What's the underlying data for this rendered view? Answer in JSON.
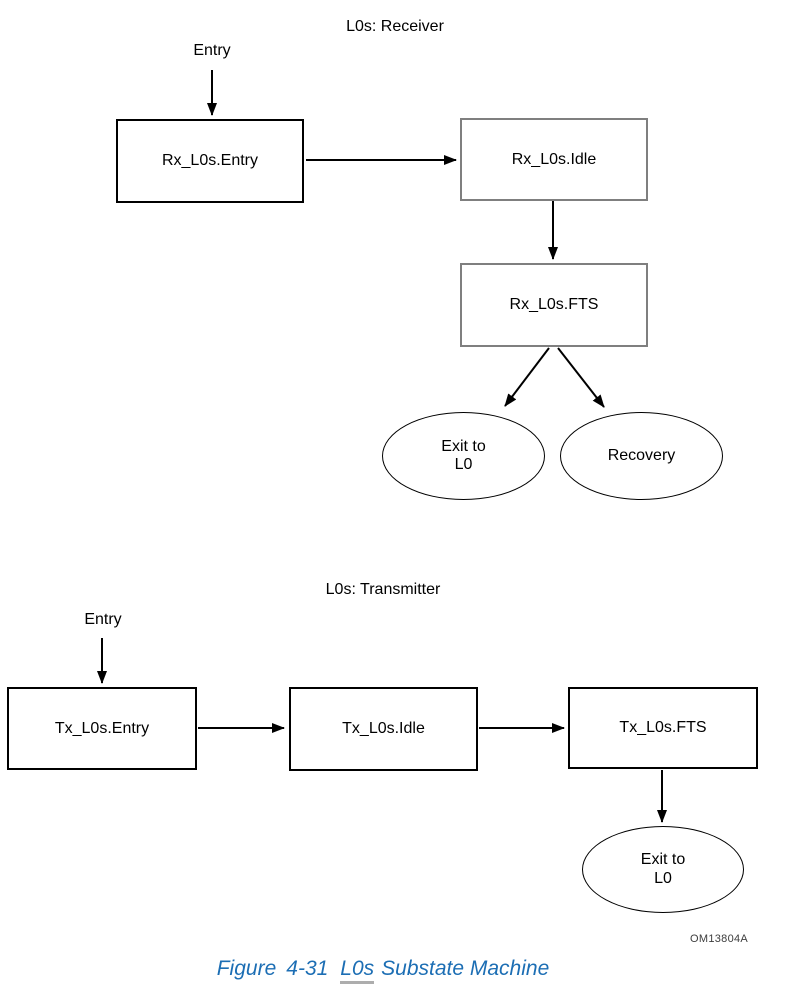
{
  "page": {
    "receiver": {
      "title": "L0s: Receiver",
      "entry_label": "Entry",
      "entry_box": "Rx_L0s.Entry",
      "idle_box": "Rx_L0s.Idle",
      "fts_box": "Rx_L0s.FTS",
      "exit_line1": "Exit to",
      "exit_line2": "L0",
      "recovery_box": "Recovery"
    },
    "transmitter": {
      "title": "L0s: Transmitter",
      "entry_label": "Entry",
      "entry_box": "Tx_L0s.Entry",
      "idle_box": "Tx_L0s.Idle",
      "fts_box": "Tx_L0s.FTS",
      "exit_line1": "Exit to",
      "exit_line2": "L0"
    },
    "transitions": [
      {
        "from": "Entry",
        "to": "Rx_L0s.Entry"
      },
      {
        "from": "Rx_L0s.Entry",
        "to": "Rx_L0s.Idle"
      },
      {
        "from": "Rx_L0s.Idle",
        "to": "Rx_L0s.FTS"
      },
      {
        "from": "Rx_L0s.FTS",
        "to": "Exit to L0"
      },
      {
        "from": "Rx_L0s.FTS",
        "to": "Recovery"
      },
      {
        "from": "Entry",
        "to": "Tx_L0s.Entry"
      },
      {
        "from": "Tx_L0s.Entry",
        "to": "Tx_L0s.Idle"
      },
      {
        "from": "Tx_L0s.Idle",
        "to": "Tx_L0s.FTS"
      },
      {
        "from": "Tx_L0s.FTS",
        "to": "Exit to L0"
      }
    ],
    "watermark": "OM13804A",
    "caption": {
      "figure_word": "Figure",
      "figure_number": "4-31",
      "linked_word": "L0s",
      "rest": "Substate Machine"
    },
    "colors": {
      "caption_blue": "#1c6eb4",
      "black_border": "#000000",
      "gray_border": "#7f7f7f",
      "link_underline_gray": "#adadad",
      "watermark_gray": "#3d3d3d"
    }
  }
}
